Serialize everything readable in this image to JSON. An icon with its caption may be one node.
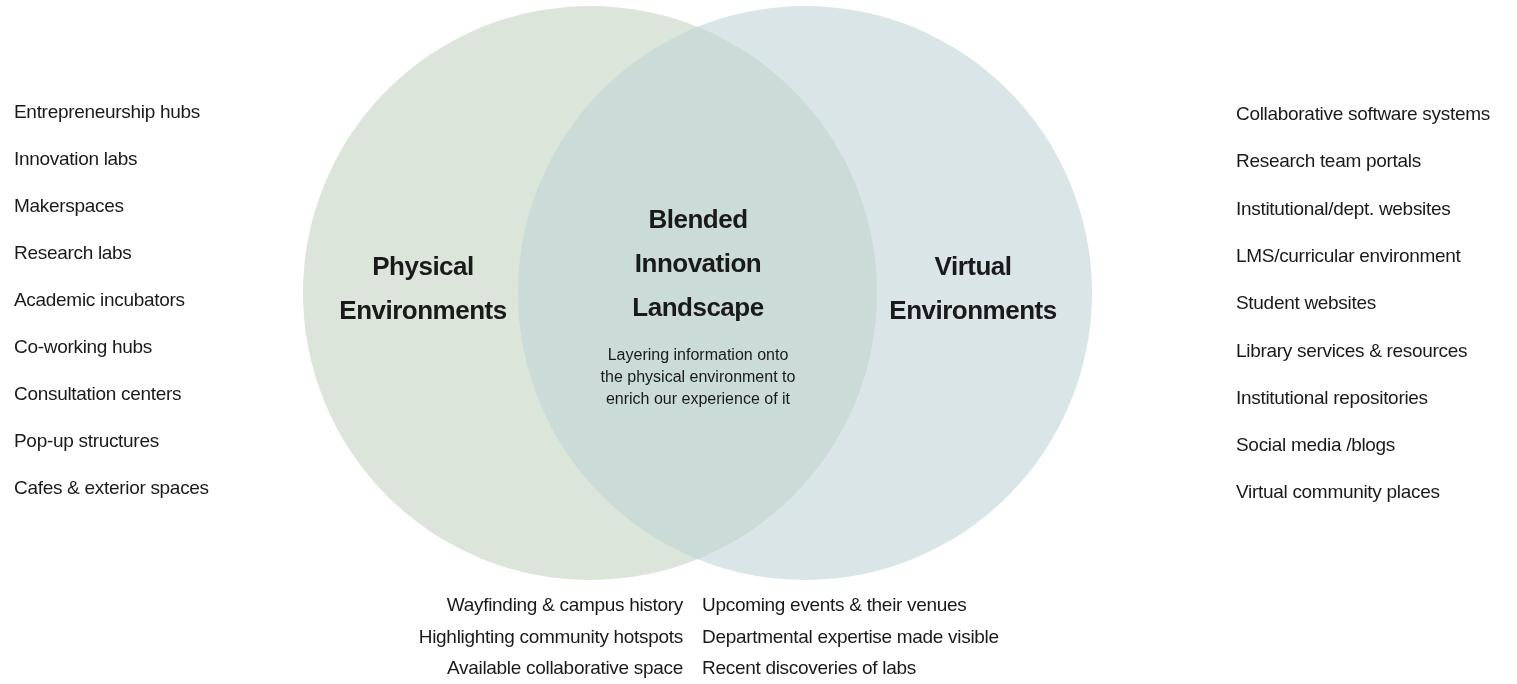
{
  "diagram": {
    "nodes": [
      {
        "text": [
          "Physical Environments"
        ]
      },
      {
        "text": [
          "Virtual Environments"
        ]
      },
      {
        "text": [
          "Blended Innovation Landscape",
          "Layering information onto the physical environment to enrich our experience of it"
        ]
      }
    ],
    "edges": [],
    "labels": [
      "Entrepreneurship hubs",
      "Innovation labs",
      "Makerspaces",
      "Research labs",
      "Academic incubators",
      "Co-working hubs",
      "Consultation centers",
      "Pop-up structures",
      "Cafes & exterior spaces",
      "Collaborative software systems",
      "Research team portals",
      "Institutional/dept. websites",
      "LMS/curricular environment",
      "Student websites",
      "Library services & resources",
      "Institutional repositories",
      "Social media /blogs",
      "Virtual community places",
      "Wayfinding & campus history",
      "Upcoming events & their venues",
      "Highlighting community hotspots",
      "Departmental expertise made visible",
      "Available collaborative space",
      "Recent discoveries of labs"
    ]
  }
}
